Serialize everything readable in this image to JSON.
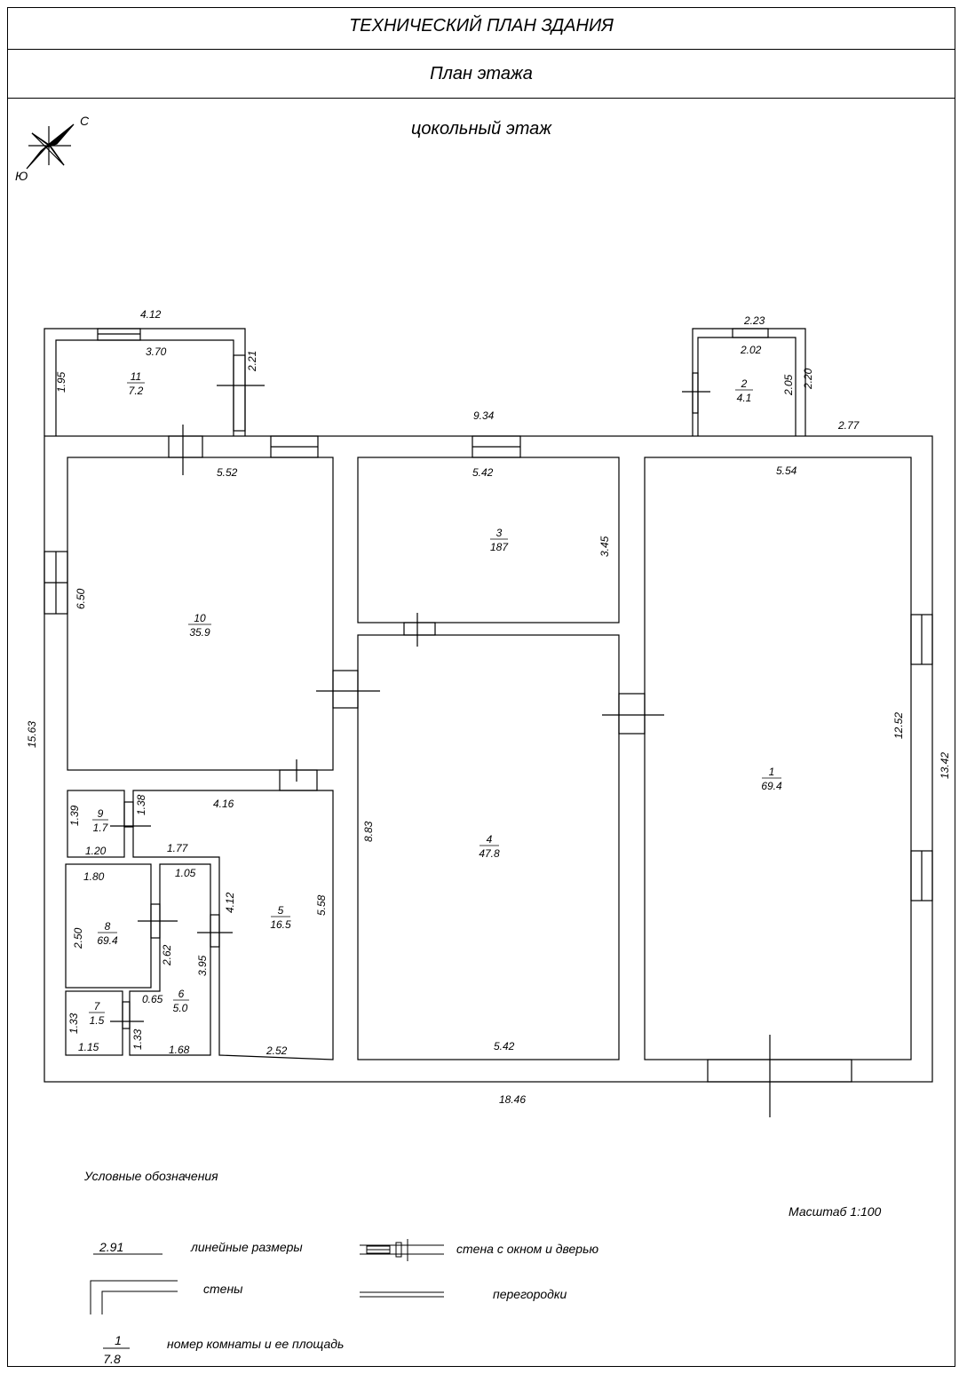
{
  "header": {
    "title": "ТЕХНИЧЕСКИЙ ПЛАН ЗДАНИЯ",
    "subtitle": "План этажа",
    "floor": "цокольный этаж"
  },
  "compass": {
    "north": "С",
    "south": "Ю"
  },
  "dimensions": {
    "d_412": "4.12",
    "d_370": "3.70",
    "d_195": "1.95",
    "d_221": "2.21",
    "d_223": "2.23",
    "d_202": "2.02",
    "d_205": "2.05",
    "d_220": "2.20",
    "d_934": "9.34",
    "d_277": "2.77",
    "d_552": "5.52",
    "d_542a": "5.42",
    "d_554": "5.54",
    "d_345": "3.45",
    "d_650": "6.50",
    "d_1563": "15.63",
    "d_1252": "12.52",
    "d_1342": "13.42",
    "d_883": "8.83",
    "d_416": "4.16",
    "d_139": "1.39",
    "d_138": "1.38",
    "d_120": "1.20",
    "d_177": "1.77",
    "d_180": "1.80",
    "d_105": "1.05",
    "d_412b": "4.12",
    "d_558": "5.58",
    "d_250": "2.50",
    "d_262": "2.62",
    "d_395": "3.95",
    "d_065": "0.65",
    "d_133a": "1.33",
    "d_133b": "1.33",
    "d_115": "1.15",
    "d_168": "1.68",
    "d_252": "2.52",
    "d_542b": "5.42",
    "d_1846": "18.46"
  },
  "rooms": [
    {
      "num": "11",
      "area": "7.2"
    },
    {
      "num": "2",
      "area": "4.1"
    },
    {
      "num": "10",
      "area": "35.9"
    },
    {
      "num": "3",
      "area": "187"
    },
    {
      "num": "1",
      "area": "69.4"
    },
    {
      "num": "4",
      "area": "47.8"
    },
    {
      "num": "9",
      "area": "1.7"
    },
    {
      "num": "5",
      "area": "16.5"
    },
    {
      "num": "8",
      "area": "69.4"
    },
    {
      "num": "6",
      "area": "5.0"
    },
    {
      "num": "7",
      "area": "1.5"
    }
  ],
  "legend": {
    "title": "Условные обозначения",
    "scale": "Масштаб 1:100",
    "sample_dim": "2.91",
    "linear": "линейные размеры",
    "window_door": "стена с окном и дверью",
    "walls": "стены",
    "partitions": "перегородки",
    "sample_num": "1",
    "sample_area": "7.8",
    "room_label": "номер комнаты и ее площадь"
  }
}
